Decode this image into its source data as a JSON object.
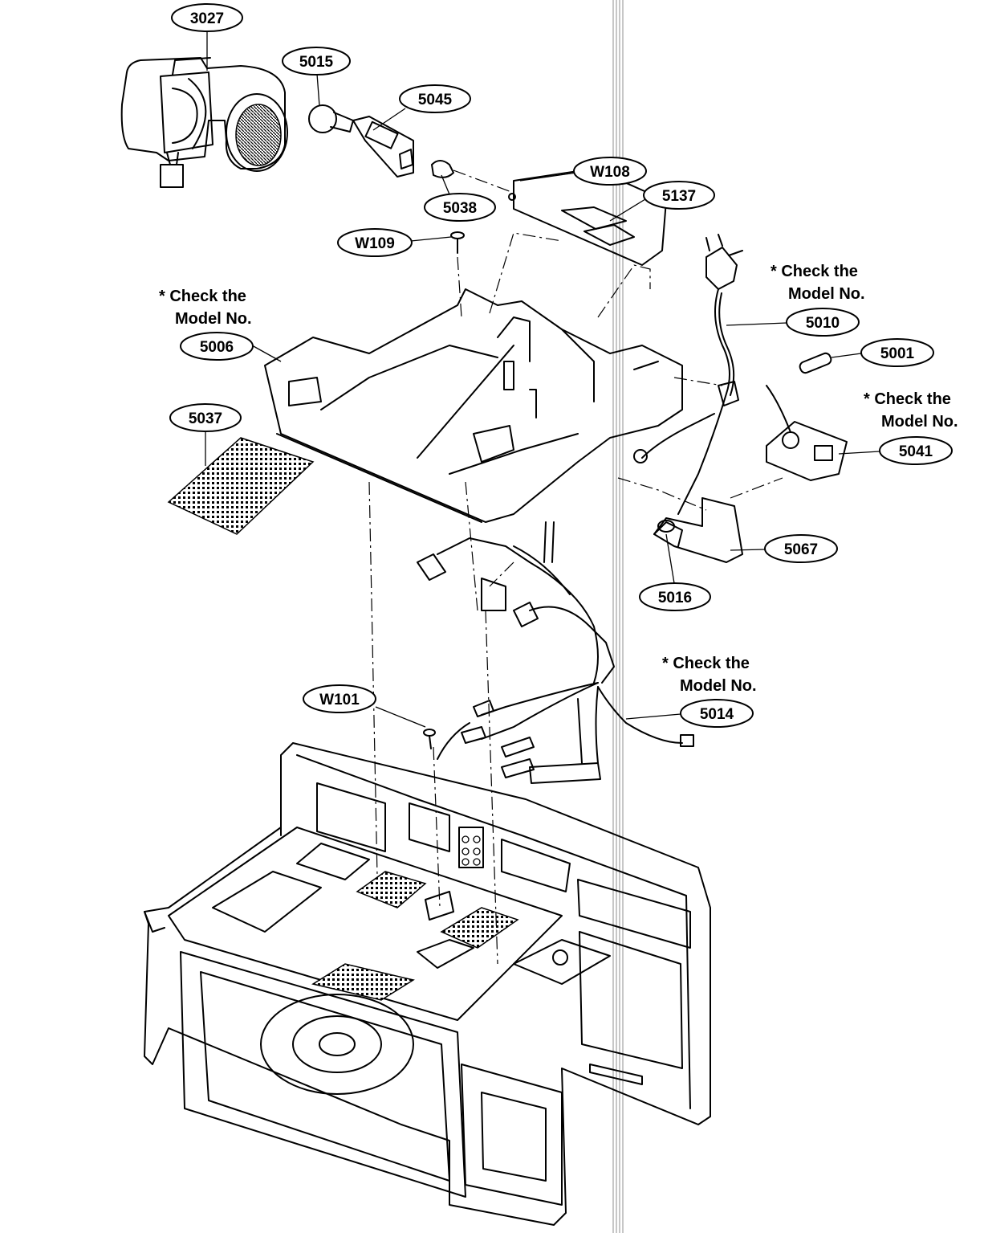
{
  "callouts": [
    {
      "id": "3027",
      "label": "3027"
    },
    {
      "id": "5015",
      "label": "5015"
    },
    {
      "id": "5045",
      "label": "5045"
    },
    {
      "id": "W108",
      "label": "W108"
    },
    {
      "id": "5038",
      "label": "5038"
    },
    {
      "id": "5137",
      "label": "5137"
    },
    {
      "id": "W109",
      "label": "W109"
    },
    {
      "id": "5006",
      "label": "5006"
    },
    {
      "id": "5010",
      "label": "5010"
    },
    {
      "id": "5001",
      "label": "5001"
    },
    {
      "id": "5037",
      "label": "5037"
    },
    {
      "id": "5041",
      "label": "5041"
    },
    {
      "id": "5067",
      "label": "5067"
    },
    {
      "id": "5016",
      "label": "5016"
    },
    {
      "id": "W101",
      "label": "W101"
    },
    {
      "id": "5014",
      "label": "5014"
    }
  ],
  "notes": {
    "line1": "* Check the",
    "line2": "Model No."
  }
}
